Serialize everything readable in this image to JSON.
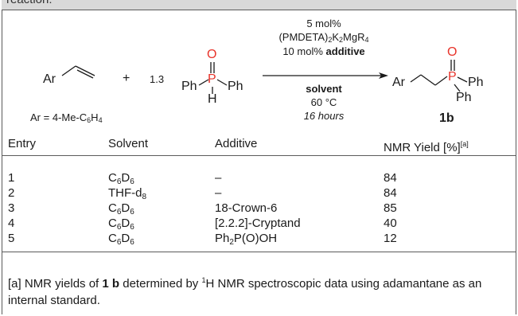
{
  "header": {
    "caption_fragment": "reaction:"
  },
  "scheme": {
    "substrate_ar": "Ar",
    "plus": "+",
    "equiv": "1.3",
    "phosphine_oxide": {
      "o": "O",
      "p": "P",
      "h": "H",
      "ph_left": "Ph",
      "ph_right": "Ph"
    },
    "ar_definition_prefix": "Ar = 4-Me-C",
    "ar_definition_sub_a": "6",
    "ar_definition_mid": "H",
    "ar_definition_sub_b": "4",
    "conditions": {
      "catalyst_loading": "5 mol%",
      "catalyst_a": "(PMDETA)",
      "catalyst_sub_a": "2",
      "catalyst_b": "K",
      "catalyst_sub_b": "2",
      "catalyst_c": "MgR",
      "catalyst_sub_c": "4",
      "additive_loading": "10 mol%",
      "additive_word": "additive",
      "solvent_word": "solvent",
      "temperature": "60 °C",
      "time": "16 hours"
    },
    "product": {
      "ar": "Ar",
      "o": "O",
      "p": "P",
      "ph_top": "Ph",
      "ph_bottom": "Ph",
      "label": "1b"
    }
  },
  "table": {
    "headers": {
      "entry": "Entry",
      "solvent": "Solvent",
      "additive": "Additive",
      "yield": "NMR Yield [%]",
      "yield_note": "[a]"
    },
    "rows": [
      {
        "entry": "1",
        "solvent_main": "C",
        "solvent_sub_a": "6",
        "solvent_mid": "D",
        "solvent_sub_b": "6",
        "additive": "–",
        "yield": "84"
      },
      {
        "entry": "2",
        "solvent_main": "THF-d",
        "solvent_sub_a": "8",
        "solvent_mid": "",
        "solvent_sub_b": "",
        "additive": "–",
        "yield": "84"
      },
      {
        "entry": "3",
        "solvent_main": "C",
        "solvent_sub_a": "6",
        "solvent_mid": "D",
        "solvent_sub_b": "6",
        "additive": "18-Crown-6",
        "yield": "85"
      },
      {
        "entry": "4",
        "solvent_main": "C",
        "solvent_sub_a": "6",
        "solvent_mid": "D",
        "solvent_sub_b": "6",
        "additive": "[2.2.2]-Cryptand",
        "yield": "40"
      },
      {
        "entry": "5",
        "solvent_main": "C",
        "solvent_sub_a": "6",
        "solvent_mid": "D",
        "solvent_sub_b": "6",
        "additive_a": "Ph",
        "additive_sub": "2",
        "additive_b": "P(O)OH",
        "yield": "12"
      }
    ]
  },
  "footnote": {
    "marker": "[a]",
    "text_a": "NMR yields of",
    "compound": "1 b",
    "text_b": "determined by",
    "isotope": "1",
    "text_c": "H NMR spectroscopic data using adamantane as an internal standard."
  }
}
